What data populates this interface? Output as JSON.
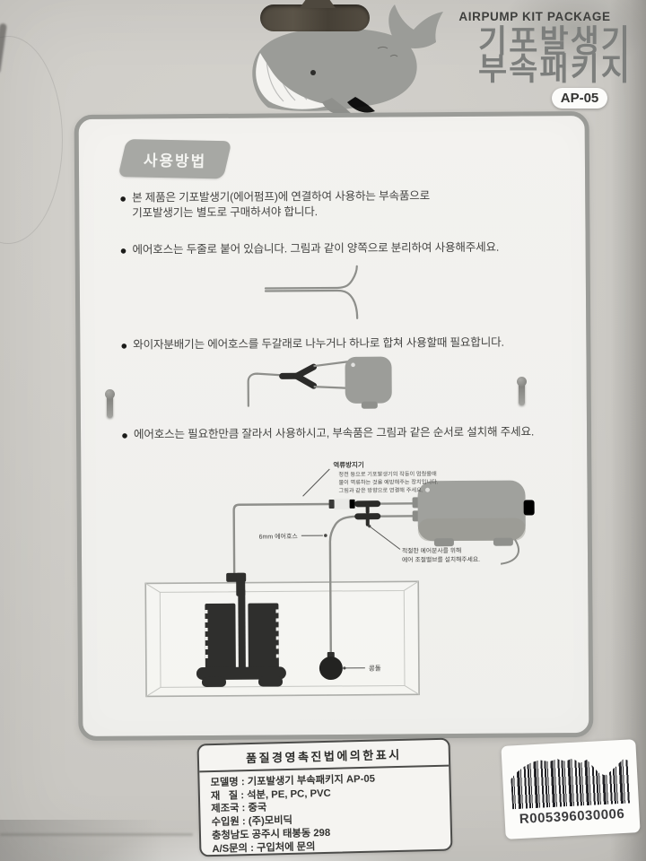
{
  "glyphs": {
    "bullet": "●"
  },
  "header": {
    "kicker": "AIRPUMP KIT PACKAGE",
    "title_line1": "기포발생기",
    "title_line2": "부속패키지",
    "model": "AP-05"
  },
  "panel": {
    "badge": "사용방법",
    "bullets": [
      {
        "lines": [
          "본 제품은 기포발생기(에어펌프)에 연결하여 사용하는 부속품으로",
          "기포발생기는 별도로 구매하셔야 합니다."
        ]
      },
      {
        "lines": [
          "에어호스는 두줄로 붙어 있습니다. 그림과 같이 양쪽으로 분리하여 사용해주세요.",
          ""
        ]
      },
      {
        "lines": [
          "와이자분배기는 에어호스를 두갈래로 나누거나 하나로 합쳐 사용할때 필요합니다.",
          ""
        ]
      },
      {
        "lines": [
          "에어호스는 필요한만큼 잘라서 사용하시고, 부속품은 그림과 같은 순서로 설치해 주세요.",
          ""
        ]
      }
    ],
    "diagram": {
      "check_valve_title": "역류방지기",
      "check_valve_lines": [
        "정전 등으로 기포발생기의 작동이 멈췄을때",
        "물이 역류하는 것을 예방해주는 장치입니다.",
        "그림과 같은 방향으로 연결해 주세요."
      ],
      "hose_label": "6mm 에어호스",
      "valve_note_line1": "적절한 에어분사를 위해",
      "valve_note_line2": "에어 조절밸브를 설치해주세요.",
      "airstone_label": "콩돌"
    }
  },
  "info_box": {
    "title": "품질경영촉진법에의한표시",
    "rows": [
      "모델명 : 기포발생기 부속패키지 AP-05",
      "재   질 : 석분, PE, PC, PVC",
      "제조국 : 중국",
      "수입원 : (주)모비딕",
      "충청남도 공주시 태봉동 298",
      "A/S문의 : 구입처에 문의"
    ]
  },
  "barcode": {
    "number": "R005396030006"
  },
  "colors": {
    "package_gray": "#cdcbc6",
    "panel_border": "#9a9b97",
    "illustration_gray": "#9b9c98",
    "dark_part": "#2c2c2a",
    "text_dark": "#3f3f3d"
  }
}
